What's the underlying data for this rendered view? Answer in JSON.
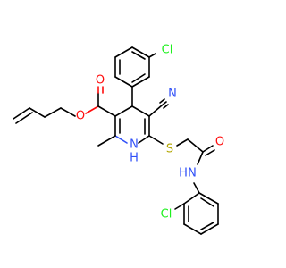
{
  "molecule": {
    "atom_labels": {
      "o_ester_single": "O",
      "o_ester_double": "O",
      "o_amide": "O",
      "n_ring": "N",
      "h_ring": "H",
      "n_nitrile": "N",
      "n_amide": "N",
      "h_amide": "H",
      "s_thio": "S",
      "cl_top": "Cl",
      "cl_bottom": "Cl"
    },
    "colors": {
      "carbon": "#000000",
      "oxygen": "#ff0d0d",
      "nitrogen": "#3050f8",
      "chlorine": "#1ff01f",
      "sulfur": "#b2a600"
    }
  }
}
